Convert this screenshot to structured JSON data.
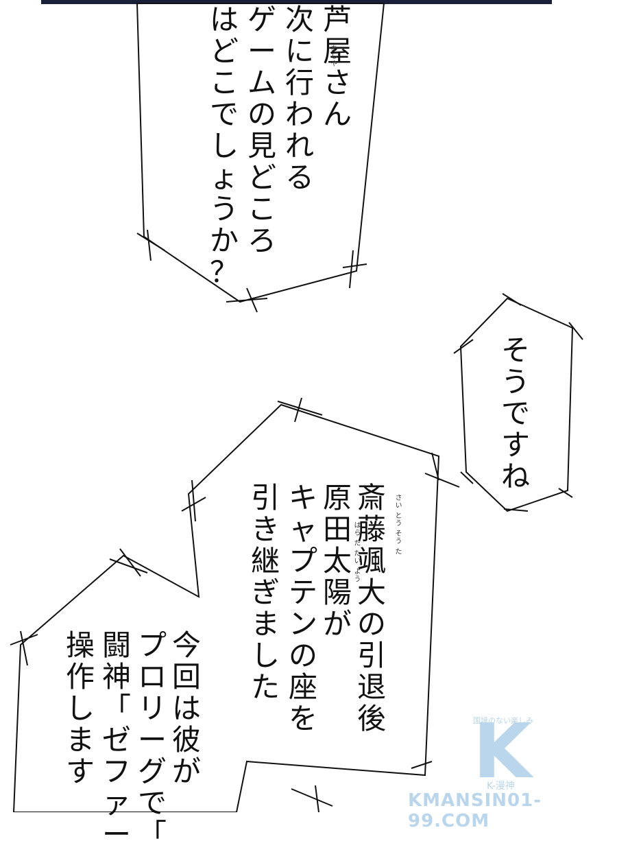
{
  "bubbles": {
    "b1": {
      "lines": [
        "芦屋さん",
        "次に行われる",
        "ゲームの見どころ",
        "はどこでしょうか？"
      ],
      "ruby": "あしや"
    },
    "b2": {
      "lines": [
        "そうですね"
      ]
    },
    "b3": {
      "lines": [
        "斎藤颯大の引退後",
        "原田太陽が",
        "キャプテンの座を",
        "引き継ぎました"
      ],
      "ruby_1": "さい とう そう た",
      "ruby_2": "はら だ たい よう"
    },
    "b4": {
      "lines": [
        "今回は彼が",
        "プロリーグで「",
        "闘神「ゼファー",
        "操作します"
      ]
    }
  },
  "watermark": {
    "tagline": "国境のない楽しみ",
    "logo": "K",
    "brand": "K-漫神",
    "url": "KMANSIN01-99.COM"
  }
}
